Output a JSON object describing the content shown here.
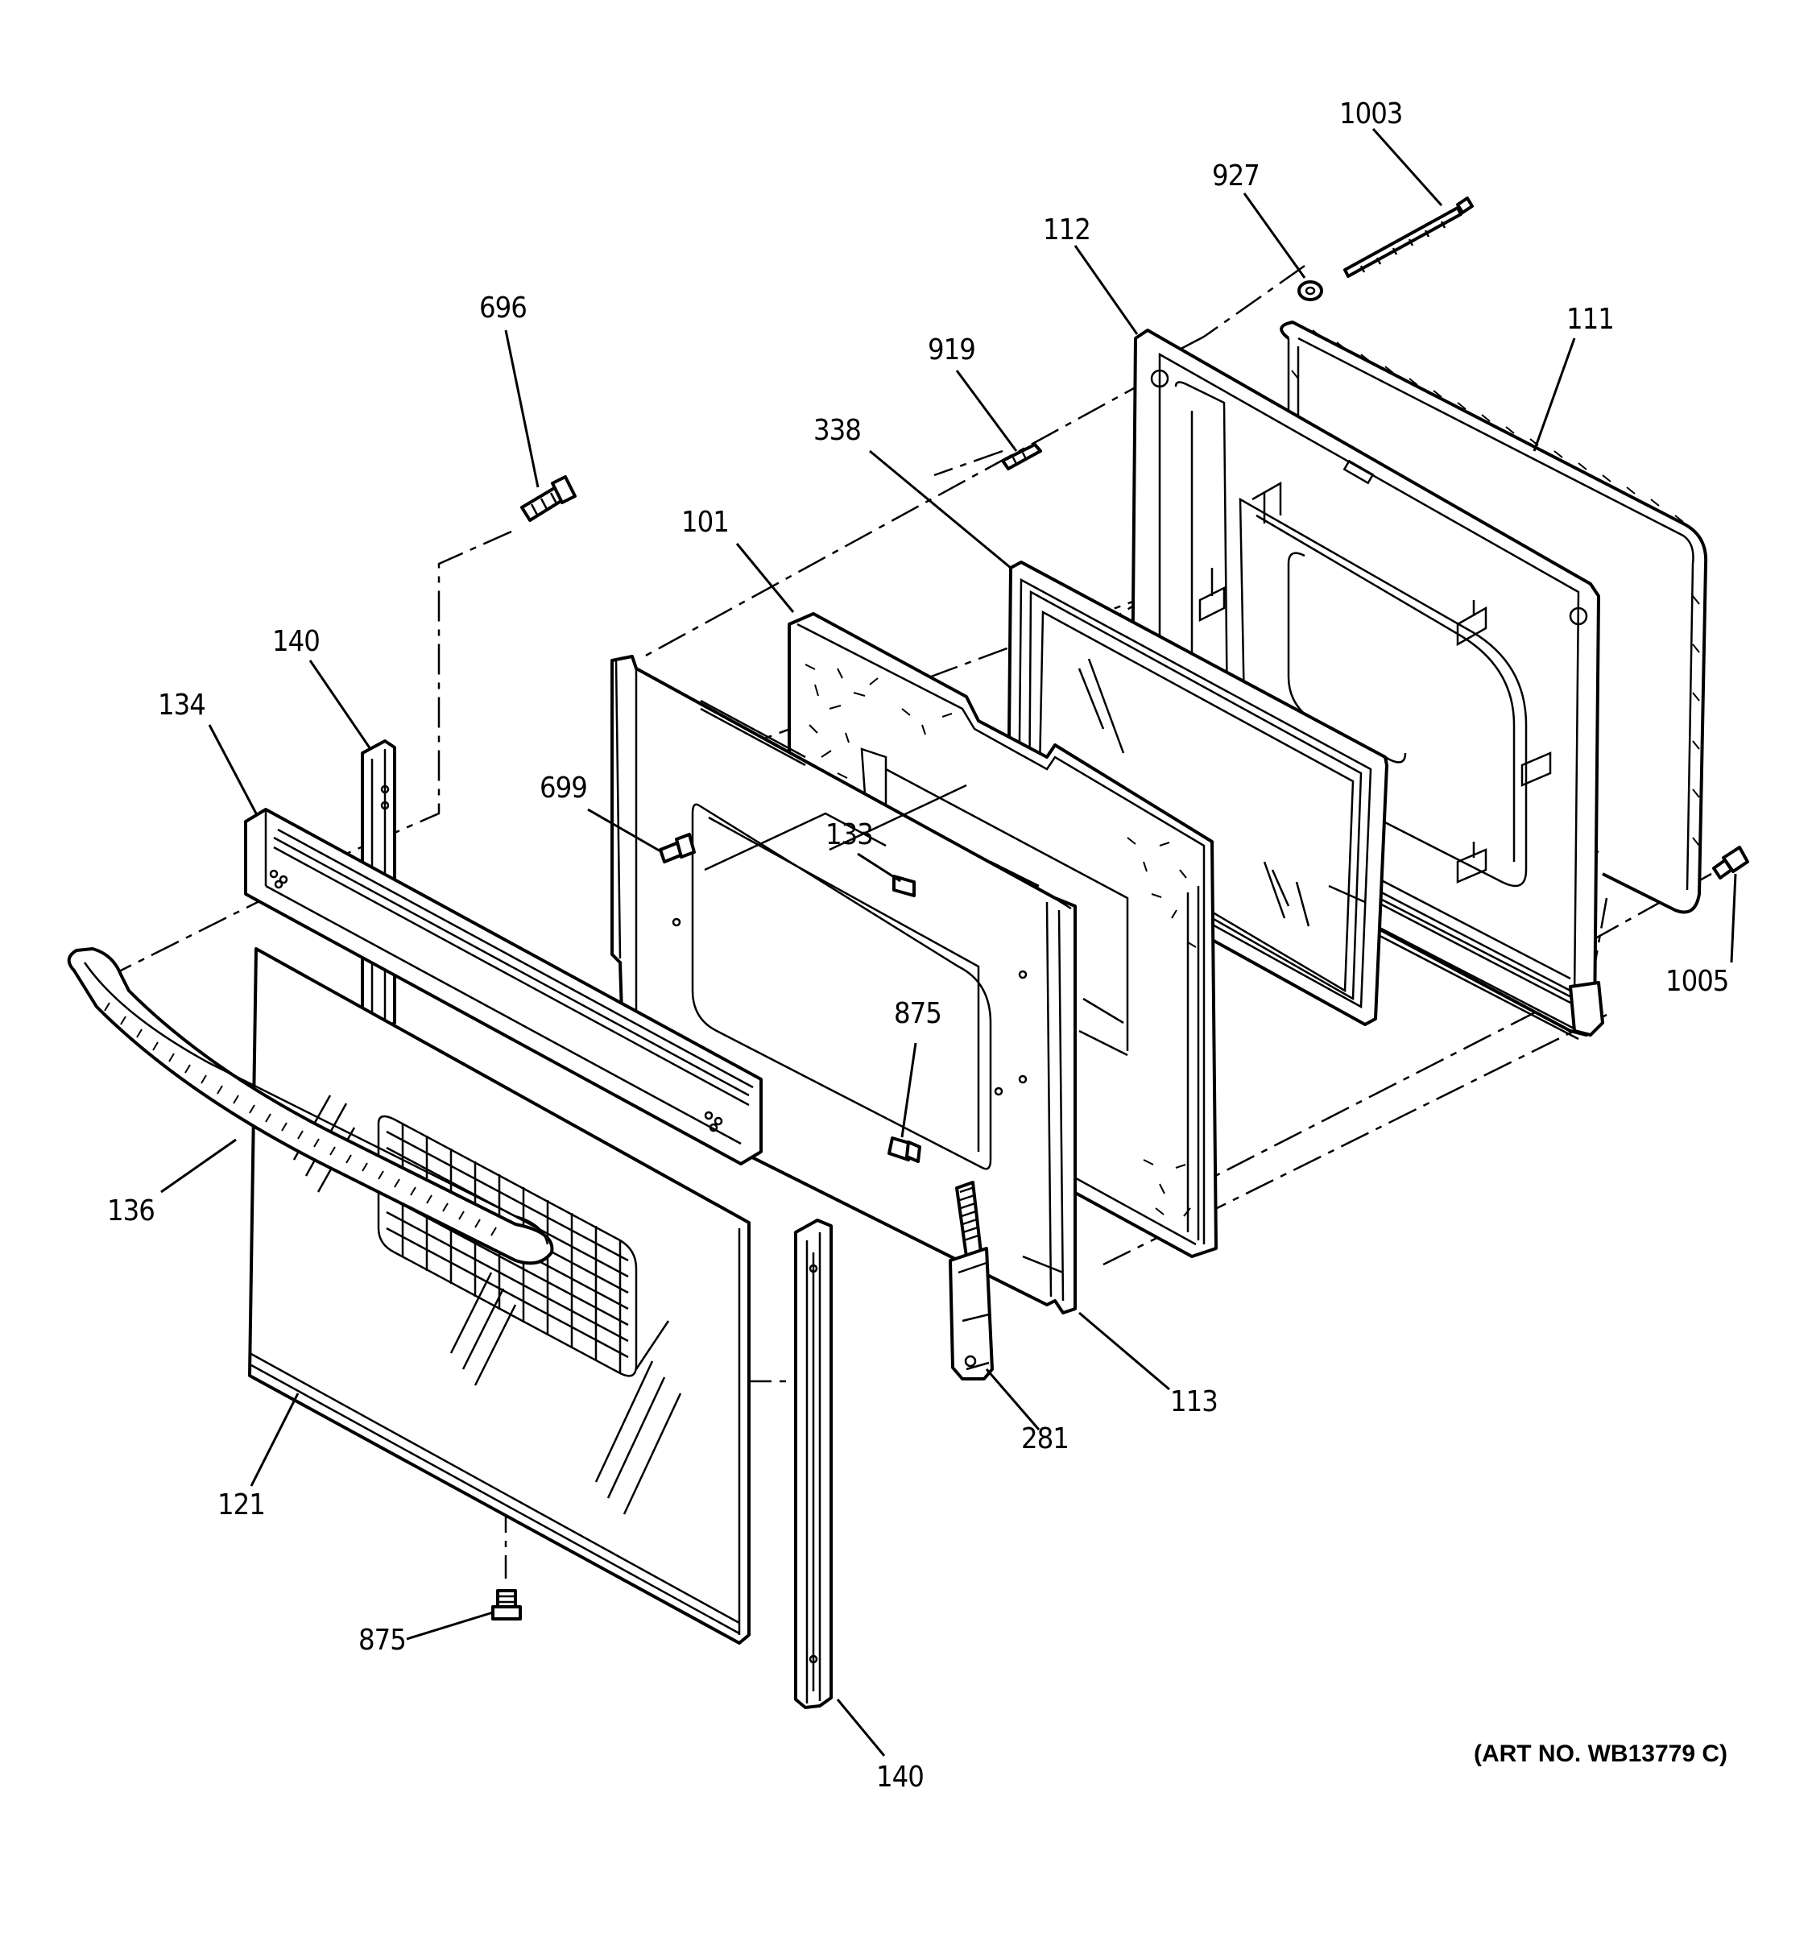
{
  "art_number": "(ART NO. WB13779 C)",
  "callouts": [
    {
      "id": "c1003",
      "text": "1003"
    },
    {
      "id": "c927",
      "text": "927"
    },
    {
      "id": "c112",
      "text": "112"
    },
    {
      "id": "c111",
      "text": "111"
    },
    {
      "id": "c696",
      "text": "696"
    },
    {
      "id": "c919",
      "text": "919"
    },
    {
      "id": "c338",
      "text": "338"
    },
    {
      "id": "c101",
      "text": "101"
    },
    {
      "id": "c140a",
      "text": "140"
    },
    {
      "id": "c134",
      "text": "134"
    },
    {
      "id": "c699",
      "text": "699"
    },
    {
      "id": "c133",
      "text": "133"
    },
    {
      "id": "c875a",
      "text": "875"
    },
    {
      "id": "c1005",
      "text": "1005"
    },
    {
      "id": "c136",
      "text": "136"
    },
    {
      "id": "c113",
      "text": "113"
    },
    {
      "id": "c281",
      "text": "281"
    },
    {
      "id": "c121",
      "text": "121"
    },
    {
      "id": "c875b",
      "text": "875"
    },
    {
      "id": "c140b",
      "text": "140"
    }
  ]
}
